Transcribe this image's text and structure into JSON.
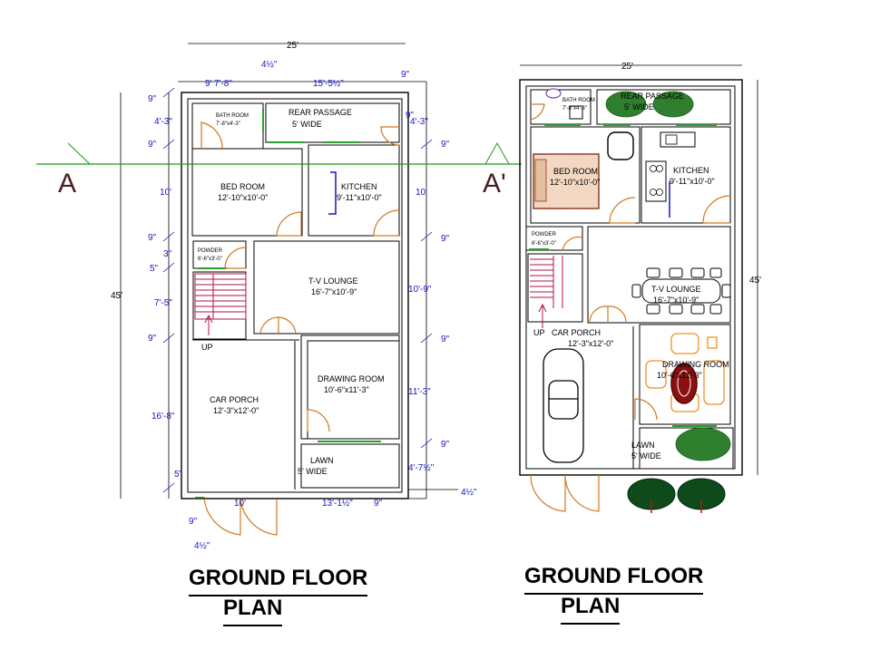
{
  "left_plan": {
    "overall_width": "25'",
    "overall_depth": "45'",
    "top_dims": {
      "left": "9'",
      "w1": "7'-8\"",
      "frac": "4½\"",
      "w2": "15'-5½\"",
      "right": "9\""
    },
    "left_dims": [
      "9\"",
      "4'-3\"",
      "9\"",
      "10'",
      "9\"",
      "3\"",
      "5\"",
      "7'-5\"",
      "9\"",
      "16'-8\"",
      "5\""
    ],
    "right_dims": [
      "9\"",
      "4'-3\"",
      "9\"",
      "10'",
      "9\"",
      "10'-9\"",
      "9\"",
      "11'-3\"",
      "9\"",
      "4'-7½\"",
      "4½\""
    ],
    "bottom_dims": {
      "a": "10'",
      "b": "13'-1½\"",
      "c": "9\"",
      "d": "9\"",
      "e": "4½\""
    },
    "rooms": {
      "bath": {
        "name": "BATH ROOM",
        "size": "7'-8\"x4'-3\""
      },
      "rear": {
        "name": "REAR PASSAGE",
        "size": "5' WIDE"
      },
      "bed": {
        "name": "BED ROOM",
        "size": "12'-10\"x10'-0\""
      },
      "kitchen": {
        "name": "KITCHEN",
        "size": "9'-11\"x10'-0\""
      },
      "powder": {
        "name": "POWDER",
        "size": "6'-6\"x3'-0\""
      },
      "tv": {
        "name": "T-V  LOUNGE",
        "size": "16'-7\"x10'-9\""
      },
      "up": "UP",
      "drawing": {
        "name": "DRAWING ROOM",
        "size": "10'-6\"x11'-3\""
      },
      "porch": {
        "name": "CAR PORCH",
        "size": "12'-3\"x12'-0\""
      },
      "lawn": {
        "name": "LAWN",
        "size": "5' WIDE"
      }
    }
  },
  "section": {
    "start": "A",
    "end": "A'"
  },
  "right_plan": {
    "overall_width": "25'",
    "overall_depth": "45'",
    "rooms": {
      "bath": {
        "name": "BATH ROOM",
        "size": "7'-8\"x4'-3\""
      },
      "rear": {
        "name": "REAR PASSAGE",
        "size": "5' WIDE"
      },
      "bed": {
        "name": "BED ROOM",
        "size": "12'-10\"x10'-0\""
      },
      "kitchen": {
        "name": "KITCHEN",
        "size": "9'-11\"x10'-0\""
      },
      "powder": {
        "name": "POWDER",
        "size": "6'-6\"x3'-0\""
      },
      "tv": {
        "name": "T-V  LOUNGE",
        "size": "16'-7\"x10'-9\""
      },
      "up": "UP",
      "porch": {
        "name": "CAR PORCH",
        "size": "12'-3\"x12'-0\""
      },
      "drawing": {
        "name": "DRAWING ROOM",
        "size": "10'-6\"x11'-3\""
      },
      "lawn": {
        "name": "LAWN",
        "size": "5' WIDE"
      }
    }
  },
  "titles": {
    "left": {
      "line1": "GROUND FLOOR",
      "line2": "PLAN"
    },
    "right": {
      "line1": "GROUND FLOOR",
      "line2": "PLAN"
    }
  },
  "colors": {
    "dimension": "#1515c8",
    "wall": "#000000",
    "door": "#d27a1e",
    "window": "#2aa02a",
    "section_line": "#1f9a1f",
    "stair": "#b0124a"
  }
}
